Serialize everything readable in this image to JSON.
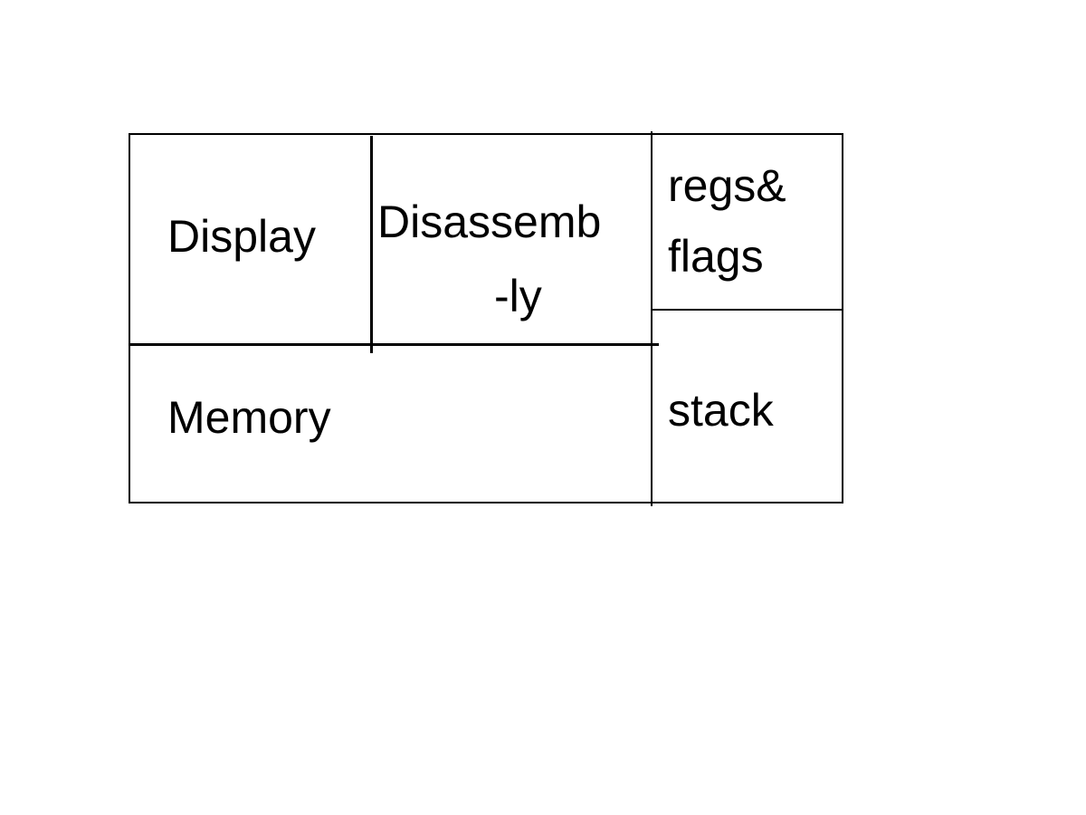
{
  "diagram": {
    "panes": {
      "display": {
        "label": "Display"
      },
      "disassembly": {
        "label_line1": "Disassemb",
        "label_line2": "-ly"
      },
      "regs_flags": {
        "label_line1": "regs&",
        "label_line2": "flags"
      },
      "memory": {
        "label": "Memory"
      },
      "stack": {
        "label": "stack"
      }
    }
  },
  "colors": {
    "background": "#ffffff",
    "lines": "#000000",
    "text": "#000000"
  }
}
